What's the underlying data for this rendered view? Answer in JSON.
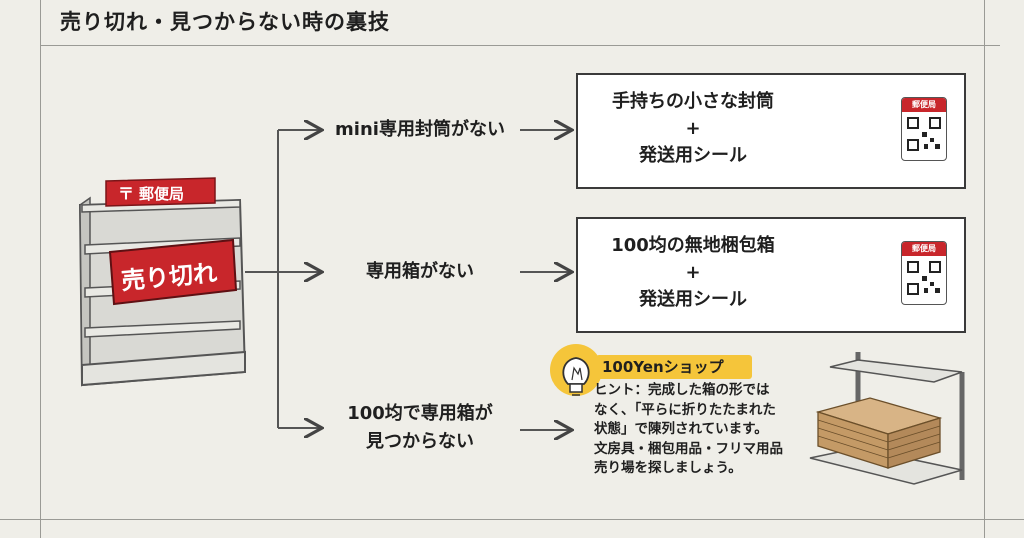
{
  "title": "売り切れ・見つからない時の裏技",
  "shelf": {
    "sign": "郵便局",
    "banner": "売り切れ"
  },
  "branches": [
    {
      "condition": "mini専用封筒がない",
      "result_lines": [
        "手持ちの小さな封筒",
        "+",
        "発送用シール"
      ]
    },
    {
      "condition": "専用箱がない",
      "result_lines": [
        "100均の無地梱包箱",
        "+",
        "発送用シール"
      ]
    },
    {
      "condition_lines": [
        "100均で専用箱が",
        "見つからない"
      ]
    }
  ],
  "post_label": "郵便局",
  "shop": {
    "badge": "100Yenショップ",
    "hint_lines": [
      "ヒント：完成した箱の形では",
      "なく、「平らに折りたたまれた",
      "状態」で陳列されています。",
      "文房具・梱包用品・フリマ用品",
      "売り場を探しましょう。"
    ]
  },
  "colors": {
    "background": "#efeee8",
    "accent_red": "#c8262b",
    "badge_yellow": "#f5c53a",
    "cardboard": "#c9a373"
  }
}
